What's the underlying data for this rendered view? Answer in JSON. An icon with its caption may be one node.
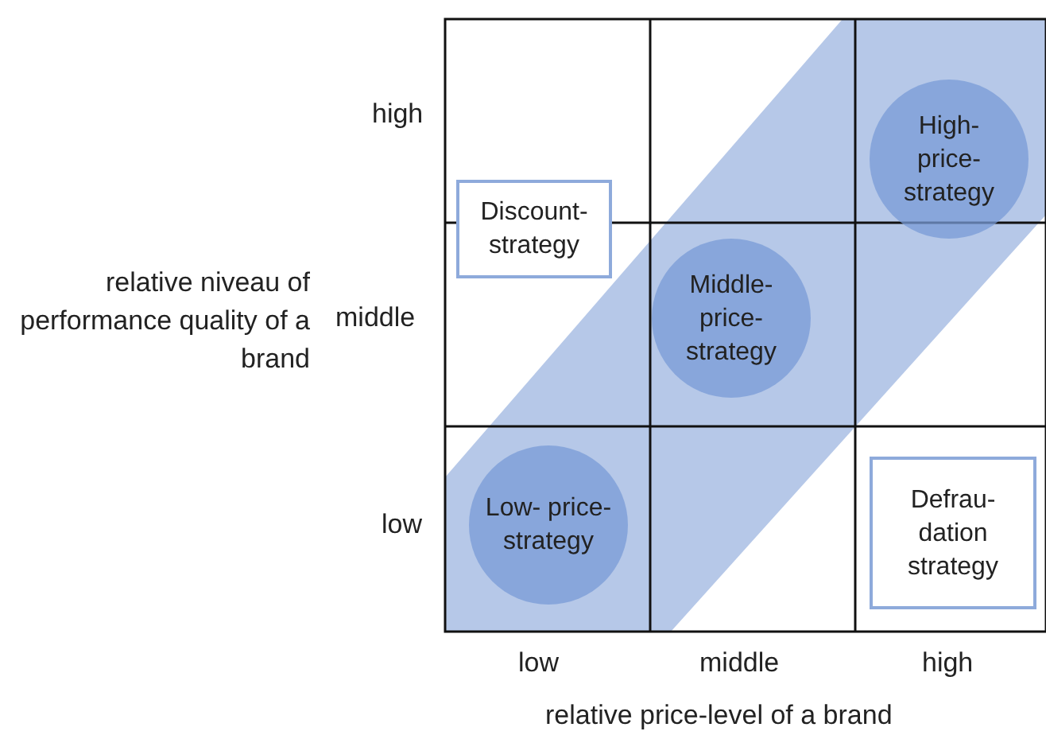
{
  "diagram": {
    "nodes": [
      {
        "text": [
          "High- price- strategy"
        ]
      },
      {
        "text": [
          "Discount- strategy"
        ]
      },
      {
        "text": [
          "Middle- price- strategy"
        ]
      },
      {
        "text": [
          "Low- price- strategy"
        ]
      },
      {
        "text": [
          "Defrau- dation strategy"
        ]
      }
    ],
    "edges": [],
    "labels": [
      "high",
      "relative niveau of performance quality of a brand",
      "middle",
      "low",
      "low",
      "middle",
      "high",
      "relative price-level of a brand"
    ]
  }
}
